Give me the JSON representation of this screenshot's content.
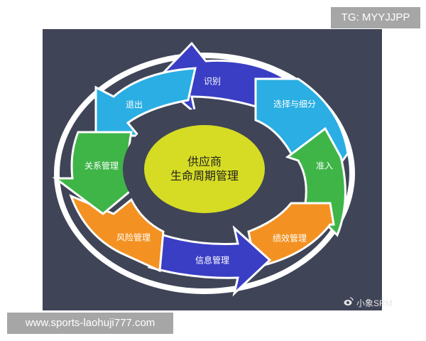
{
  "watermarks": {
    "top_right_tag": "TG: MYYJJPP",
    "bottom_left_url": "www.sports-laohuji777.com",
    "brand": "小象SRM"
  },
  "diagram": {
    "center": {
      "line1": "供应商",
      "line2": "生命周期管理",
      "color": "#d6dc24"
    },
    "stages": [
      {
        "label": "识别",
        "color": "#3a3ec4"
      },
      {
        "label": "选择与细分",
        "color": "#2aaee3"
      },
      {
        "label": "准入",
        "color": "#3fb548"
      },
      {
        "label": "绩效管理",
        "color": "#f39222"
      },
      {
        "label": "信息管理",
        "color": "#3a3ec4"
      },
      {
        "label": "风险管理",
        "color": "#f39222"
      },
      {
        "label": "关系管理",
        "color": "#3fb548"
      },
      {
        "label": "退出",
        "color": "#2aaee3"
      }
    ],
    "background": "#3f4457"
  }
}
